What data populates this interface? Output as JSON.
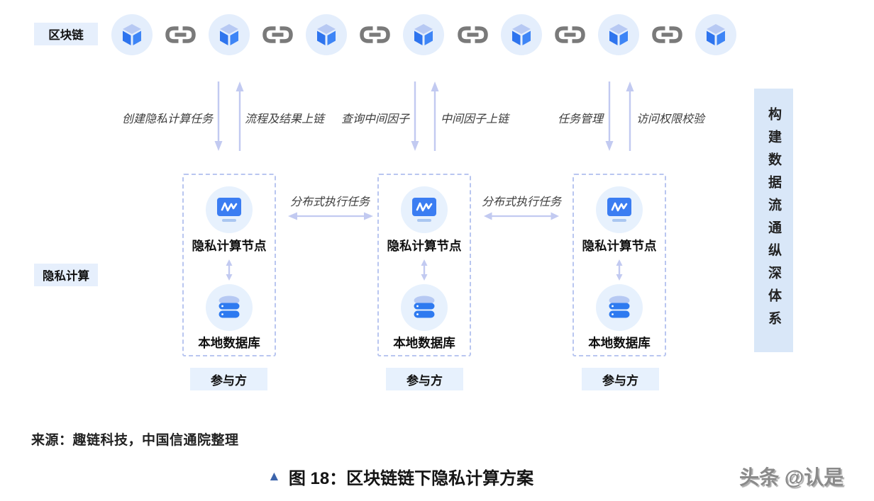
{
  "labels": {
    "blockchain": "区块链",
    "privacy_computing": "隐私计算"
  },
  "chain_row": {
    "blocks": 7,
    "links": 6,
    "block_icon": "cube-block-icon",
    "link_icon": "chain-link-icon"
  },
  "flow_arrows": [
    {
      "label": "创建隐私计算任务",
      "direction": "down"
    },
    {
      "label": "流程及结果上链",
      "direction": "up"
    },
    {
      "label": "查询中间因子",
      "direction": "down"
    },
    {
      "label": "中间因子上链",
      "direction": "up"
    },
    {
      "label": "任务管理",
      "direction": "down"
    },
    {
      "label": "访问权限校验",
      "direction": "up"
    }
  ],
  "banner": {
    "text": "构建数据流通纵深体系"
  },
  "participants": [
    {
      "node_label": "隐私计算节点",
      "db_label": "本地数据库",
      "tag": "参与方"
    },
    {
      "node_label": "隐私计算节点",
      "db_label": "本地数据库",
      "tag": "参与方"
    },
    {
      "node_label": "隐私计算节点",
      "db_label": "本地数据库",
      "tag": "参与方"
    }
  ],
  "distributed_task_labels": [
    "分布式执行任务",
    "分布式执行任务"
  ],
  "footer": {
    "source": "来源：趣链科技，中国信通院整理",
    "caption_marker": "▲",
    "caption": "图 18：区块链链下隐私计算方案",
    "watermark": "头条 @认是"
  },
  "colors": {
    "accent_blue": "#3478f0",
    "cube_top": "#b7c9f3",
    "icon_circle_bg": "#e4eefc",
    "tag_bg": "#e6effc",
    "banner_bg": "#d9e7f8",
    "arrow": "#c2caf1",
    "chain_link_gray": "#7a7a7a",
    "dashed_border": "#b9c6f0",
    "caption_triangle": "#3c64ab",
    "text_dark": "#1f1f1f"
  }
}
